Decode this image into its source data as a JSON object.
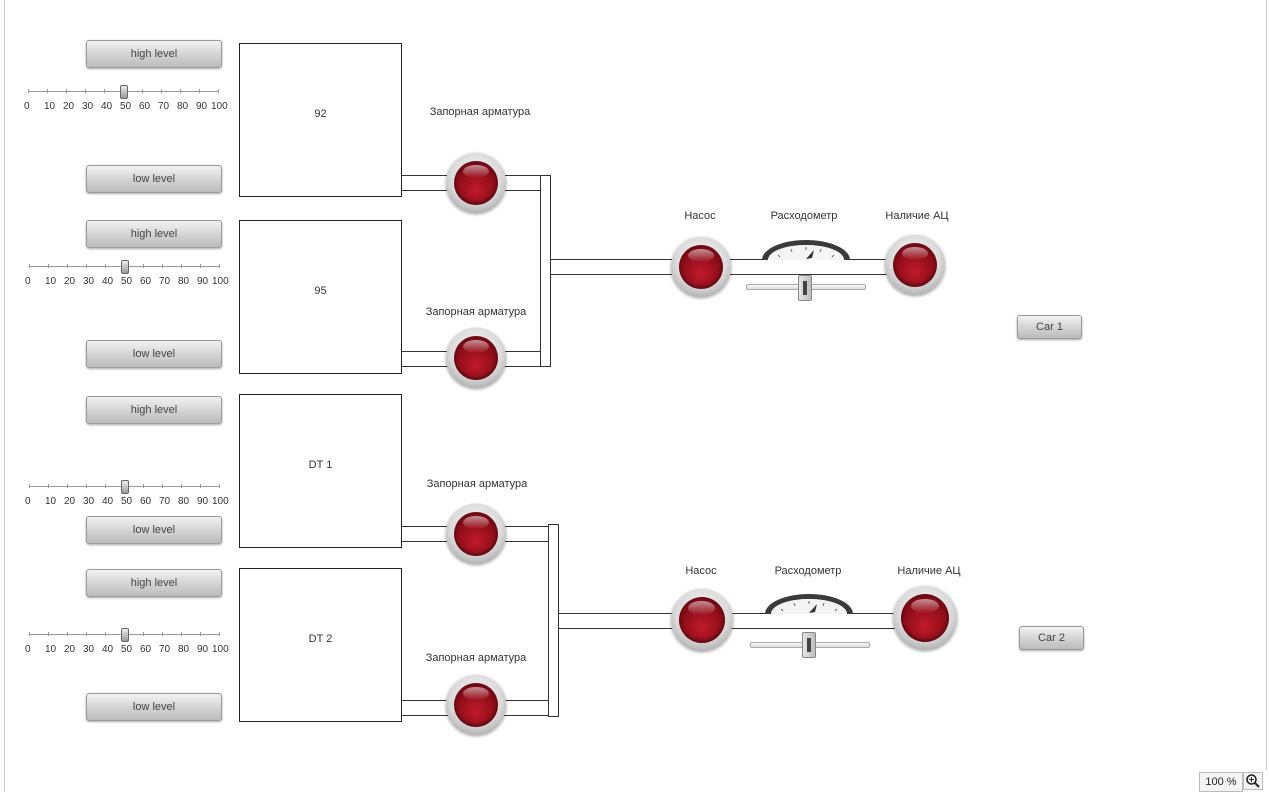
{
  "level_scale": [
    "0",
    "10",
    "20",
    "30",
    "40",
    "50",
    "60",
    "70",
    "80",
    "90",
    "100"
  ],
  "tanks": [
    {
      "name": "92",
      "high_label": "high level",
      "low_label": "low level",
      "valve_label": "Запорная арматура",
      "level_value": 50
    },
    {
      "name": "95",
      "high_label": "high level",
      "low_label": "low level",
      "valve_label": "Запорная арматура",
      "level_value": 50
    },
    {
      "name": "DT 1",
      "high_label": "high level",
      "low_label": "low level",
      "valve_label": "Запорная арматура",
      "level_value": 50
    },
    {
      "name": "DT 2",
      "high_label": "high level",
      "low_label": "low level",
      "valve_label": "Запорная арматура",
      "level_value": 50
    }
  ],
  "lines": [
    {
      "pump_label": "Насос",
      "meter_label": "Расходометр",
      "presence_label": "Наличие АЦ",
      "car_label": "Car 1",
      "flow_value": 50
    },
    {
      "pump_label": "Насос",
      "meter_label": "Расходометр",
      "presence_label": "Наличие АЦ",
      "car_label": "Car 2",
      "flow_value": 50
    }
  ],
  "colors": {
    "lamp_red": "#8e0d18",
    "button_face": "#d2d2d2"
  },
  "icons": {
    "zoom": "zoom-magnifier-icon"
  },
  "zoom": {
    "value": "100 %"
  }
}
